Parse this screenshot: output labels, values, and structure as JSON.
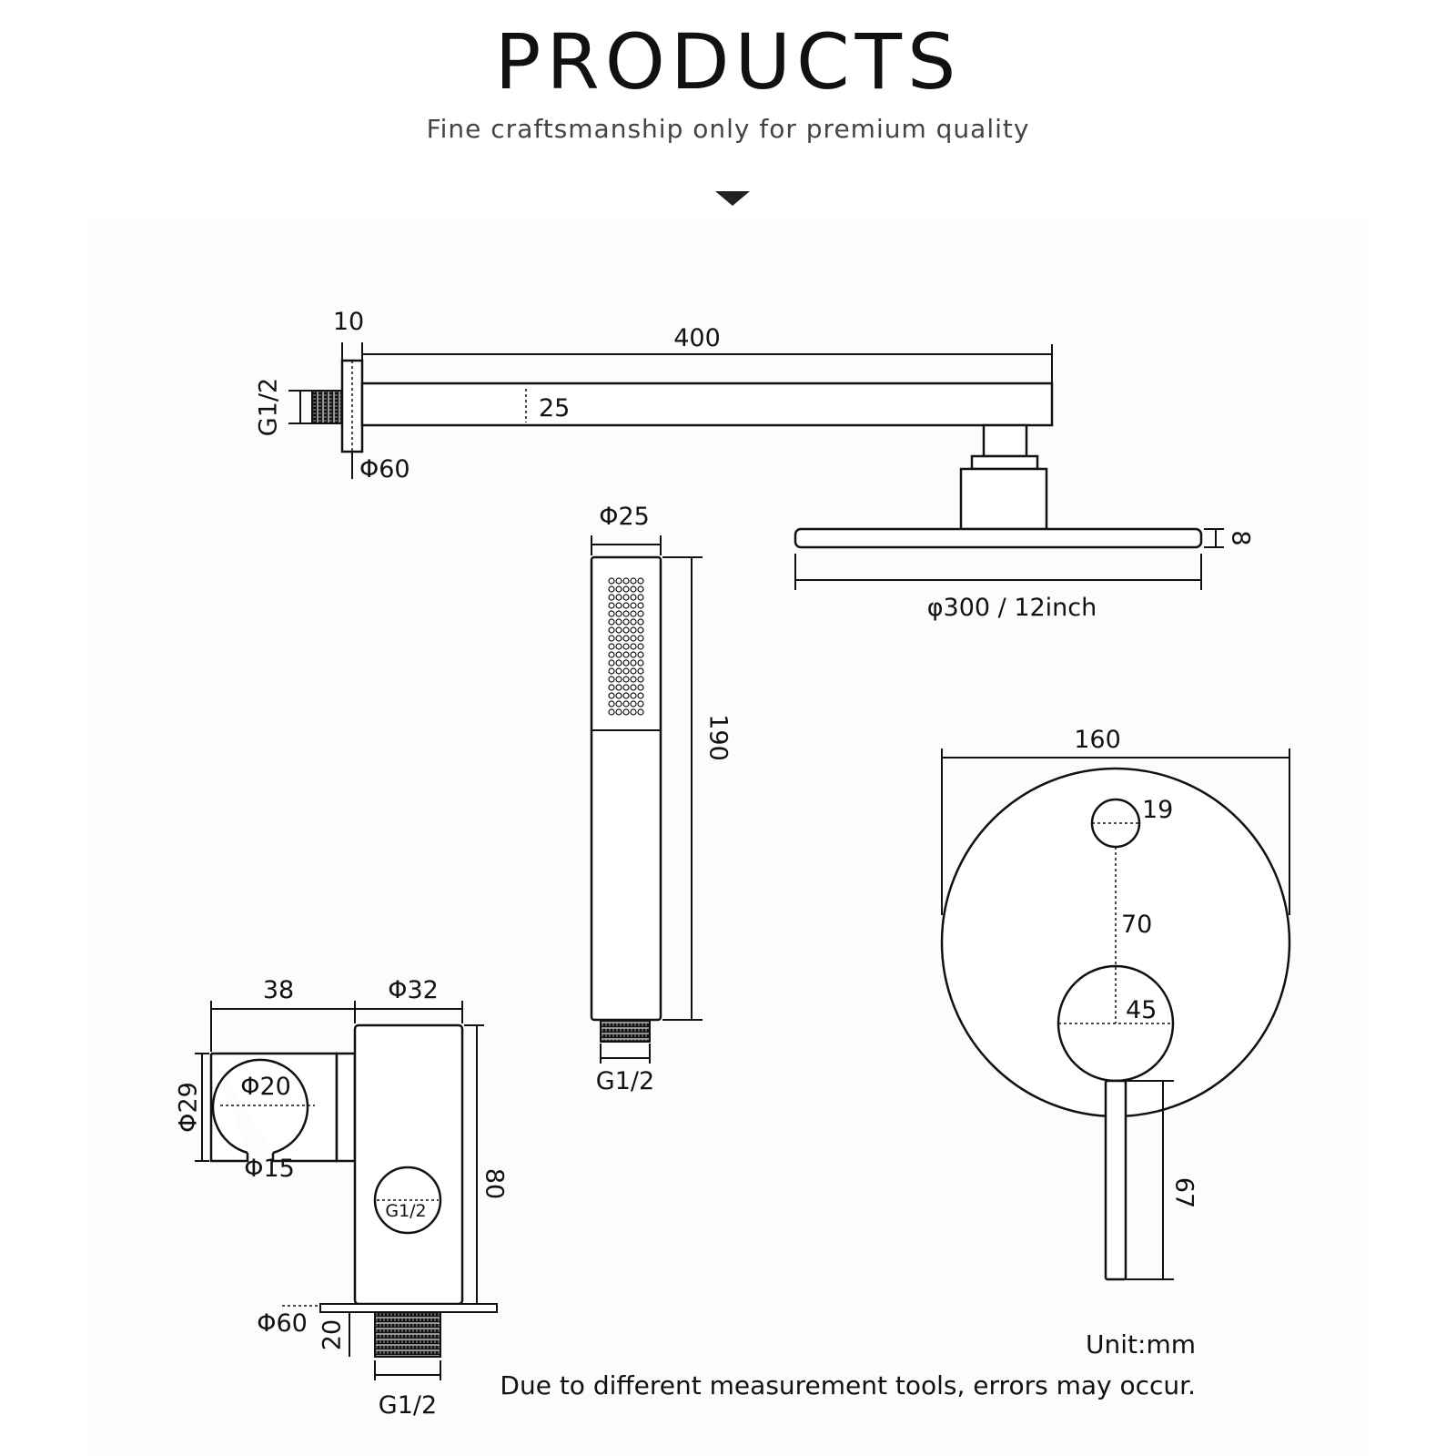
{
  "header": {
    "title": "PRODUCTS",
    "subtitle": "Fine craftsmanship only for premium quality"
  },
  "shower_arm": {
    "flange_thickness": "10",
    "arm_length": "400",
    "thread": "G1/2",
    "arm_height": "25",
    "flange_diameter": "Φ60"
  },
  "shower_head": {
    "thickness": "8",
    "diameter": "φ300 / 12inch"
  },
  "hand_shower": {
    "diameter": "Φ25",
    "length": "190",
    "thread": "G1/2"
  },
  "bracket": {
    "width": "38",
    "holder_diameter": "Φ32",
    "height_left": "Φ29",
    "cradle_diameter": "Φ20",
    "slot_diameter": "Φ15",
    "outlet_thread": "G1/2",
    "body_height": "80",
    "flange_diameter": "Φ60",
    "thread_length": "20",
    "inlet_thread": "G1/2"
  },
  "valve": {
    "plate_diameter": "160",
    "diverter_diameter": "19",
    "spacing": "70",
    "handle_base": "45",
    "lever_length": "67"
  },
  "notes": {
    "unit": "Unit:mm",
    "disclaimer": "Due to different measurement tools, errors may occur."
  }
}
